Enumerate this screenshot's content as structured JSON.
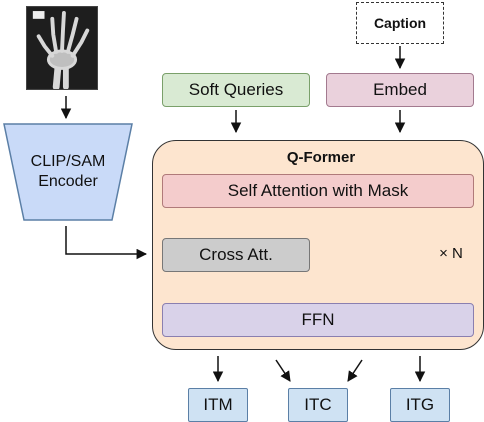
{
  "input_image_alt": "hand x-ray",
  "caption": "Caption",
  "soft_queries": "Soft Queries",
  "embed": "Embed",
  "encoder": {
    "line1": "CLIP/SAM",
    "line2": "Encoder"
  },
  "qformer": {
    "title": "Q-Former",
    "self_attention": "Self Attention with Mask",
    "cross_attention": "Cross Att.",
    "ffn": "FFN",
    "repeat": "× N"
  },
  "outputs": {
    "itm": "ITM",
    "itc": "ITC",
    "itg": "ITG"
  },
  "colors": {
    "encoder_fill": "#c9daf8",
    "soft_queries_fill": "#d9ead3",
    "embed_fill": "#ead1dc",
    "qformer_fill": "#fde5cf",
    "self_attention_fill": "#f4cccc",
    "cross_attention_fill": "#cccccc",
    "ffn_fill": "#d9d2e9",
    "output_fill": "#cfe2f3"
  }
}
